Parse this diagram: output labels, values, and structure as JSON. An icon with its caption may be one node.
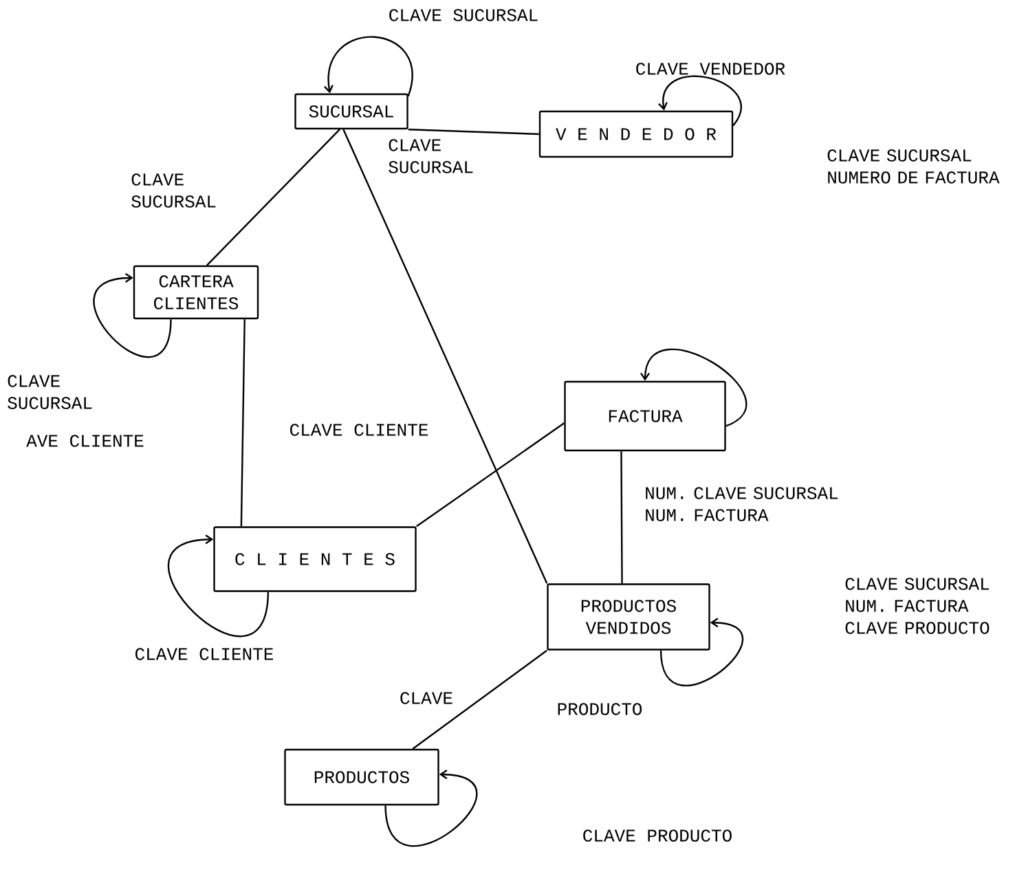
{
  "diagram": {
    "nodes": [
      {
        "text": [
          "SUCURSAL"
        ]
      },
      {
        "text": [
          "V E N D E D O R"
        ]
      },
      {
        "text": [
          "CARTERA CLIENTES"
        ]
      },
      {
        "text": [
          "FACTURA"
        ]
      },
      {
        "text": [
          "C L I E N T E S"
        ]
      },
      {
        "text": [
          "PRODUCTOS VENDIDOS"
        ]
      },
      {
        "text": [
          "PRODUCTOS"
        ]
      }
    ],
    "edges": [
      {
        "from": 0,
        "to": 0,
        "arrow": "to"
      },
      {
        "from": 1,
        "to": 1,
        "arrow": "to"
      },
      {
        "from": 0,
        "to": 1,
        "arrow": "none"
      },
      {
        "from": 0,
        "to": 2,
        "arrow": "none"
      },
      {
        "from": 0,
        "to": 5,
        "arrow": "none"
      },
      {
        "from": 2,
        "to": 2,
        "arrow": "to"
      },
      {
        "from": 2,
        "to": 4,
        "arrow": "none"
      },
      {
        "from": 3,
        "to": 3,
        "arrow": "to"
      },
      {
        "from": 4,
        "to": 3,
        "arrow": "none"
      },
      {
        "from": 3,
        "to": 5,
        "arrow": "none"
      },
      {
        "from": 4,
        "to": 4,
        "arrow": "to"
      },
      {
        "from": 5,
        "to": 5,
        "arrow": "to"
      },
      {
        "from": 5,
        "to": 6,
        "arrow": "none"
      },
      {
        "from": 6,
        "to": 6,
        "arrow": "to"
      }
    ],
    "labels": [
      "CLAVE SUCURSAL",
      "CLAVE VENDEDOR",
      "CLAVE SUCURSAL",
      "CLAVE SUCURSAL NUMERO DE FACTURA",
      "CLAVE SUCURSAL",
      "CLAVE SUCURSAL",
      "CLAVE CLIENTE",
      "AVE CLIENTE",
      "NUM. CLAVE SUCURSAL NUM. FACTURA",
      "CLAVE SUCURSAL NUM. FACTURA CLAVE PRODUCTO",
      "CLAVE CLIENTE",
      "CLAVE",
      "PRODUCTO",
      "CLAVE PRODUCTO"
    ]
  }
}
